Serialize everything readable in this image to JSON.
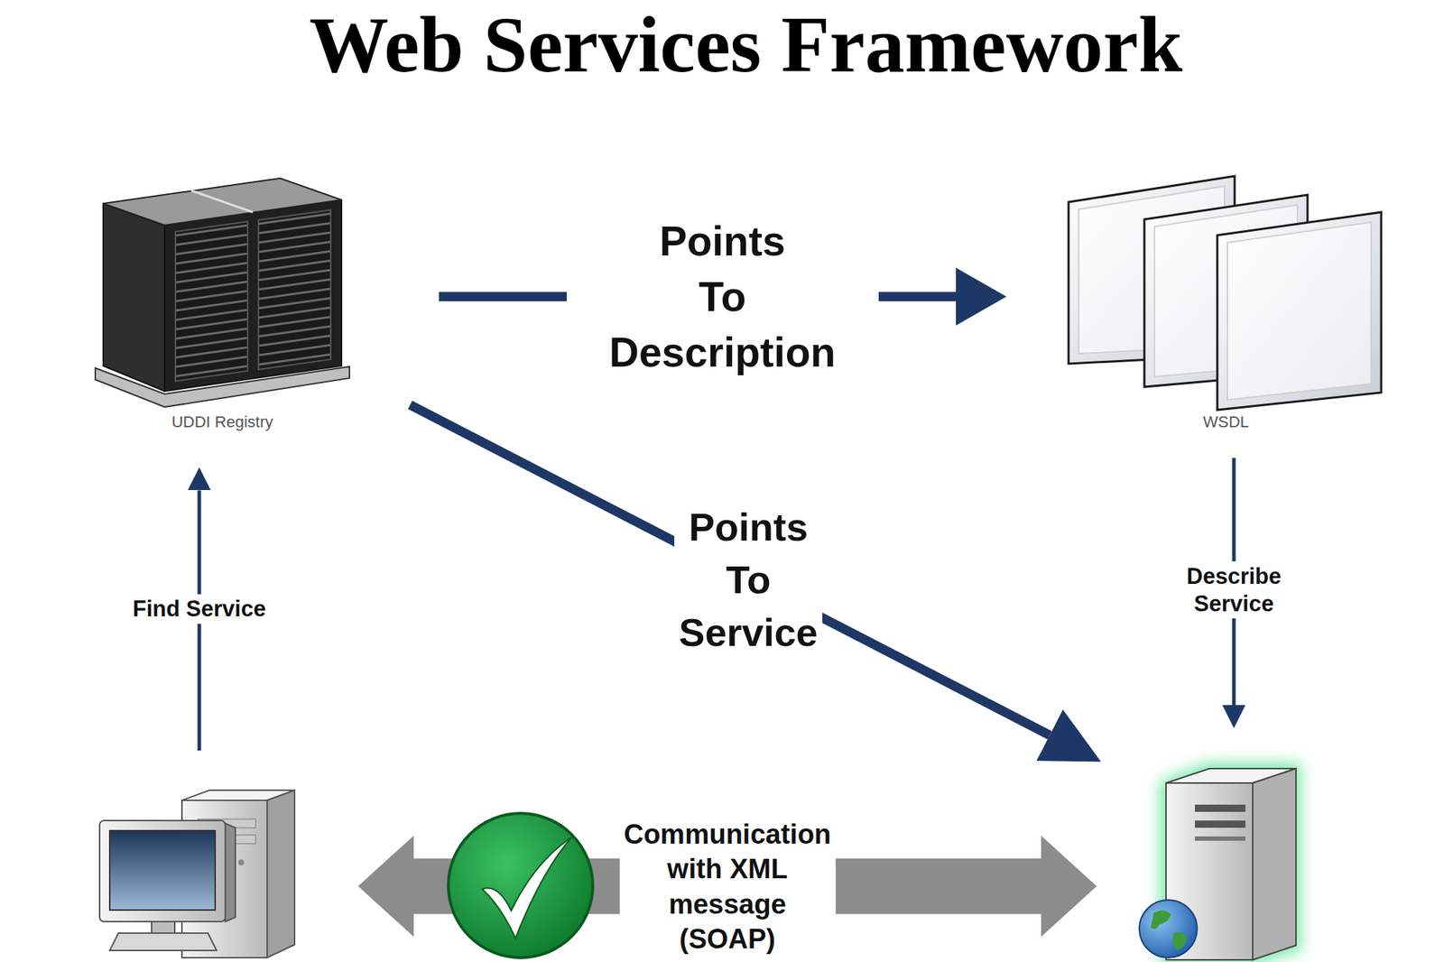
{
  "diagram": {
    "title": "Web Services Framework",
    "nodes": [
      {
        "text": [
          "UDDI Registry"
        ]
      },
      {
        "text": [
          "WSDL"
        ]
      },
      {
        "text": []
      },
      {
        "text": []
      }
    ],
    "edges": [
      {
        "from": 0,
        "to": 1,
        "label": "Points To Description",
        "arrow": "to"
      },
      {
        "from": 0,
        "to": 3,
        "label": "Points To Service",
        "arrow": "to"
      },
      {
        "from": 1,
        "to": 3,
        "label": "Describe Service",
        "arrow": "to"
      },
      {
        "from": 2,
        "to": 0,
        "label": "Find Service",
        "arrow": "to"
      },
      {
        "from": 2,
        "to": 3,
        "label": "Communication with XML message (SOAP)",
        "arrow": "both"
      }
    ]
  }
}
